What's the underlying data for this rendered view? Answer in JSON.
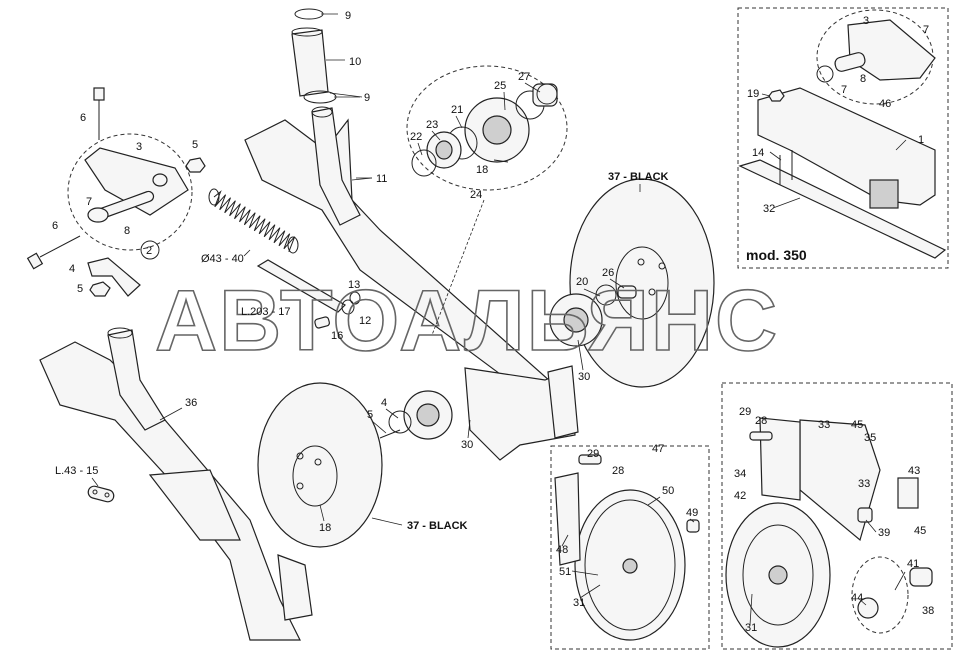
{
  "watermark": "АВТОАЛЬЯНС",
  "inset_title": "mod. 350",
  "labels": {
    "p9a": "9",
    "p10": "10",
    "p9b": "9",
    "p11": "11",
    "p6a": "6",
    "p3a": "3",
    "p5a": "5",
    "p7a": "7",
    "p8a": "8",
    "p2": "2",
    "p6b": "6",
    "p4a": "4",
    "p5b": "5",
    "spring": "Ø43 - 40",
    "l203": "L.203 - 17",
    "p16": "16",
    "p12": "12",
    "p13": "13",
    "p27": "27",
    "p25": "25",
    "p21": "21",
    "p23": "23",
    "p22": "22",
    "p18a": "18",
    "p24": "24",
    "black_top": "37 - BLACK",
    "p20": "20",
    "p26": "26",
    "p30a": "30",
    "p30b": "30",
    "p36": "36",
    "l43": "L.43 - 15",
    "p4b": "4",
    "p5c": "5",
    "p18b": "18",
    "black_bottom": "37 - BLACK",
    "p47": "47",
    "p29a": "29",
    "p28a": "28",
    "p50": "50",
    "p49": "49",
    "p48": "48",
    "p51": "51",
    "p31a": "31",
    "p29b": "29",
    "p28b": "28",
    "p33a": "33",
    "p45a": "45",
    "p35": "35",
    "p34": "34",
    "p43": "43",
    "p42": "42",
    "p33b": "33",
    "p39": "39",
    "p45b": "45",
    "p41": "41",
    "p44": "44",
    "p38": "38",
    "p31b": "31",
    "p3b": "3",
    "p7b": "7",
    "p8b": "8",
    "p7c": "7",
    "p46": "46",
    "p19": "19",
    "p1": "1",
    "p14": "14",
    "p32": "32"
  }
}
